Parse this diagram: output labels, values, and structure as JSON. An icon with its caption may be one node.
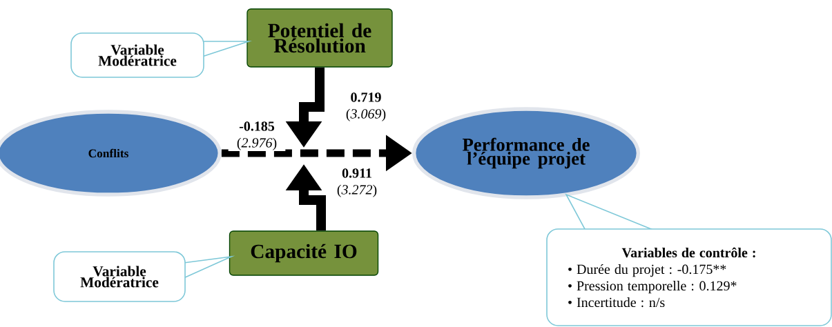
{
  "diagram": {
    "nodes": [
      {
        "text": [
          "Potentiel de Résolution"
        ]
      },
      {
        "text": [
          "Variable Modératrice"
        ]
      },
      {
        "text": [
          "Conflits"
        ]
      },
      {
        "text": [
          "Performance de l’équipe projet"
        ]
      },
      {
        "text": [
          "Capacité IO"
        ]
      },
      {
        "text": [
          "Variable Modératrice"
        ]
      },
      {
        "text": [
          "Variables de contrôle :",
          "• Durée du projet : -0.175**",
          "• Pression temporelle : 0.129*",
          "• Incertitude : n/s"
        ]
      }
    ],
    "edges": [
      {
        "from": 2,
        "to": 3,
        "arrow": "to",
        "style": "dashed",
        "label": "**-0.185** (*2.976*)"
      },
      {
        "from": 0,
        "to": null,
        "arrow": "to",
        "label": "**0.719** (*3.069*)"
      },
      {
        "from": 4,
        "to": null,
        "arrow": "to",
        "label": "**0.911** (*3.272*)"
      }
    ]
  }
}
